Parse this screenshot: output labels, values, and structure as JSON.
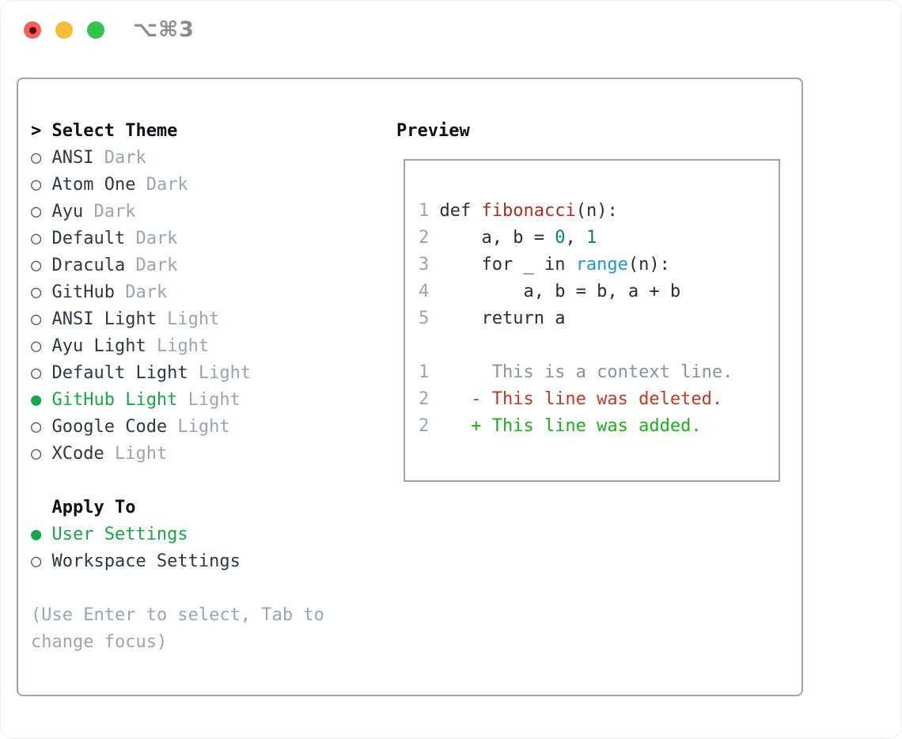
{
  "window": {
    "title": "⌥⌘3",
    "traffic_lights": [
      "close",
      "minimize",
      "zoom"
    ]
  },
  "colors": {
    "text": "#2f3740",
    "muted": "#9aa5b1",
    "selected_green": "#16a648",
    "header": "#0d1116",
    "base": "#272e36",
    "func": "#ab2e20",
    "num": "#0b7d82",
    "builtin": "#1f97d2",
    "lineno": "#9aa5b1",
    "ctx": "#8b949c",
    "del": "#c93527",
    "add": "#17b317",
    "border": "#9aa5b1",
    "traffic_red": "#f4615c",
    "traffic_yellow": "#f7bc38",
    "traffic_green": "#33c24a"
  },
  "glyphs": {
    "radio_off": "○",
    "radio_on": "●",
    "cursor": ">"
  },
  "theme_picker": {
    "header": "Select Theme",
    "themes": [
      {
        "name": "ANSI",
        "variant": "Dark",
        "selected": false
      },
      {
        "name": "Atom One",
        "variant": "Dark",
        "selected": false
      },
      {
        "name": "Ayu",
        "variant": "Dark",
        "selected": false
      },
      {
        "name": "Default",
        "variant": "Dark",
        "selected": false
      },
      {
        "name": "Dracula",
        "variant": "Dark",
        "selected": false
      },
      {
        "name": "GitHub",
        "variant": "Dark",
        "selected": false
      },
      {
        "name": "ANSI Light",
        "variant": "Light",
        "selected": false
      },
      {
        "name": "Ayu Light",
        "variant": "Light",
        "selected": false
      },
      {
        "name": "Default Light",
        "variant": "Light",
        "selected": false
      },
      {
        "name": "GitHub Light",
        "variant": "Light",
        "selected": true
      },
      {
        "name": "Google Code",
        "variant": "Light",
        "selected": false
      },
      {
        "name": "XCode",
        "variant": "Light",
        "selected": false
      }
    ],
    "apply_to": {
      "header": "Apply To",
      "options": [
        {
          "label": "User Settings",
          "selected": true
        },
        {
          "label": "Workspace Settings",
          "selected": false
        }
      ]
    },
    "hint_lines": [
      "(Use Enter to select, Tab to",
      "change focus)"
    ]
  },
  "preview": {
    "header": "Preview",
    "code_lines": [
      {
        "num": "1",
        "segs": [
          {
            "t": " def "
          },
          {
            "t": "fibonacci",
            "s": "func"
          },
          {
            "t": "(n):"
          }
        ]
      },
      {
        "num": "2",
        "segs": [
          {
            "t": "     a, b = "
          },
          {
            "t": "0",
            "s": "num"
          },
          {
            "t": ", "
          },
          {
            "t": "1",
            "s": "num"
          }
        ]
      },
      {
        "num": "3",
        "segs": [
          {
            "t": "     for _ in "
          },
          {
            "t": "range",
            "s": "builtin"
          },
          {
            "t": "(n):"
          }
        ]
      },
      {
        "num": "4",
        "segs": [
          {
            "t": "         a, b = b, a + b"
          }
        ]
      },
      {
        "num": "5",
        "segs": [
          {
            "t": "     return a"
          }
        ]
      },
      {
        "num": "",
        "segs": []
      },
      {
        "num": "1",
        "segs": [
          {
            "t": "      This is a context line.",
            "s": "ctx"
          }
        ]
      },
      {
        "num": "2",
        "segs": [
          {
            "t": "    - This line was deleted.",
            "s": "del"
          }
        ]
      },
      {
        "num": "2",
        "segs": [
          {
            "t": "    + This line was added.",
            "s": "add"
          }
        ]
      }
    ]
  }
}
